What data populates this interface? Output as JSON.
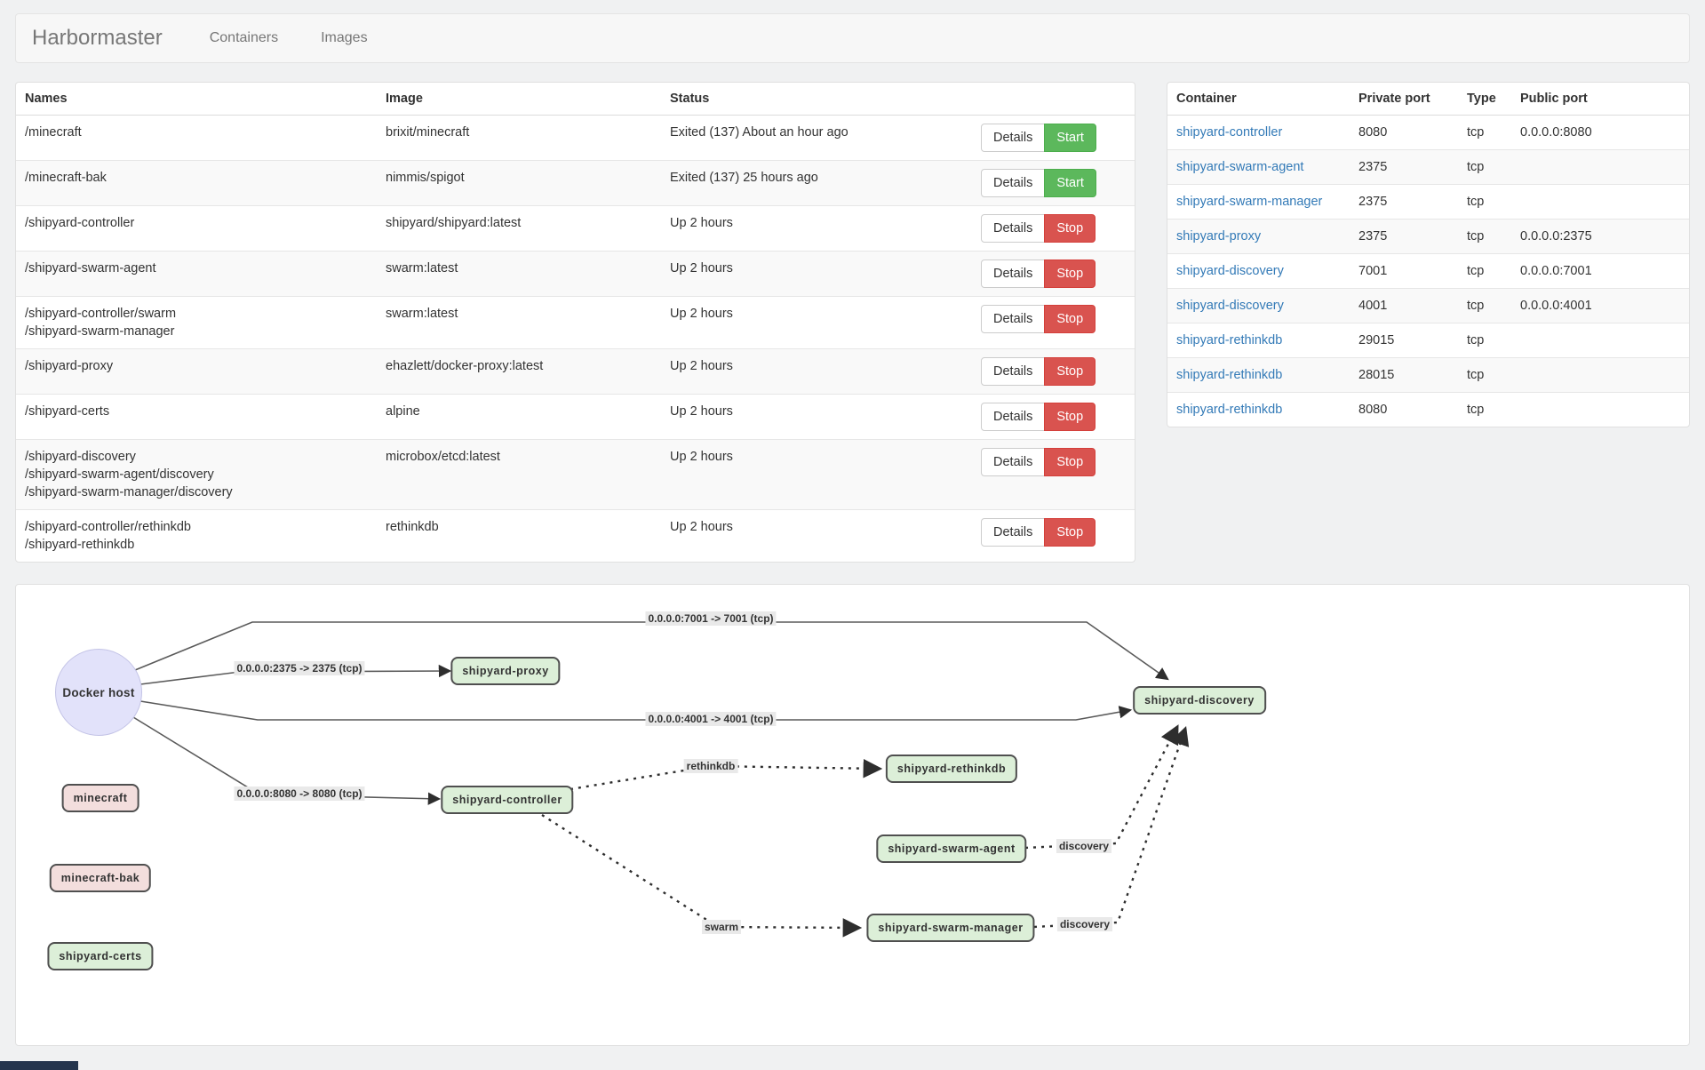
{
  "navbar": {
    "brand": "Harbormaster",
    "links": [
      {
        "label": "Containers"
      },
      {
        "label": "Images"
      }
    ]
  },
  "containers_table": {
    "headers": [
      "Names",
      "Image",
      "Status"
    ],
    "details_label": "Details",
    "rows": [
      {
        "names": [
          "/minecraft"
        ],
        "image": "brixit/minecraft",
        "status": "Exited (137) About an hour ago",
        "action": "Start"
      },
      {
        "names": [
          "/minecraft-bak"
        ],
        "image": "nimmis/spigot",
        "status": "Exited (137) 25 hours ago",
        "action": "Start"
      },
      {
        "names": [
          "/shipyard-controller"
        ],
        "image": "shipyard/shipyard:latest",
        "status": "Up 2 hours",
        "action": "Stop"
      },
      {
        "names": [
          "/shipyard-swarm-agent"
        ],
        "image": "swarm:latest",
        "status": "Up 2 hours",
        "action": "Stop"
      },
      {
        "names": [
          "/shipyard-controller/swarm",
          "/shipyard-swarm-manager"
        ],
        "image": "swarm:latest",
        "status": "Up 2 hours",
        "action": "Stop"
      },
      {
        "names": [
          "/shipyard-proxy"
        ],
        "image": "ehazlett/docker-proxy:latest",
        "status": "Up 2 hours",
        "action": "Stop"
      },
      {
        "names": [
          "/shipyard-certs"
        ],
        "image": "alpine",
        "status": "Up 2 hours",
        "action": "Stop"
      },
      {
        "names": [
          "/shipyard-discovery",
          "/shipyard-swarm-agent/discovery",
          "/shipyard-swarm-manager/discovery"
        ],
        "image": "microbox/etcd:latest",
        "status": "Up 2 hours",
        "action": "Stop"
      },
      {
        "names": [
          "/shipyard-controller/rethinkdb",
          "/shipyard-rethinkdb"
        ],
        "image": "rethinkdb",
        "status": "Up 2 hours",
        "action": "Stop"
      }
    ]
  },
  "ports_table": {
    "headers": [
      "Container",
      "Private port",
      "Type",
      "Public port"
    ],
    "rows": [
      {
        "container": "shipyard-controller",
        "private_port": "8080",
        "type": "tcp",
        "public_port": "0.0.0.0:8080"
      },
      {
        "container": "shipyard-swarm-agent",
        "private_port": "2375",
        "type": "tcp",
        "public_port": ""
      },
      {
        "container": "shipyard-swarm-manager",
        "private_port": "2375",
        "type": "tcp",
        "public_port": ""
      },
      {
        "container": "shipyard-proxy",
        "private_port": "2375",
        "type": "tcp",
        "public_port": "0.0.0.0:2375"
      },
      {
        "container": "shipyard-discovery",
        "private_port": "7001",
        "type": "tcp",
        "public_port": "0.0.0.0:7001"
      },
      {
        "container": "shipyard-discovery",
        "private_port": "4001",
        "type": "tcp",
        "public_port": "0.0.0.0:4001"
      },
      {
        "container": "shipyard-rethinkdb",
        "private_port": "29015",
        "type": "tcp",
        "public_port": ""
      },
      {
        "container": "shipyard-rethinkdb",
        "private_port": "28015",
        "type": "tcp",
        "public_port": ""
      },
      {
        "container": "shipyard-rethinkdb",
        "private_port": "8080",
        "type": "tcp",
        "public_port": ""
      }
    ]
  },
  "diagram": {
    "host": {
      "label": "Docker host",
      "color": "#e2e2fa"
    },
    "nodes": [
      {
        "label": "minecraft",
        "color": "#f3dedd"
      },
      {
        "label": "minecraft-bak",
        "color": "#f3dedd"
      },
      {
        "label": "shipyard-certs",
        "color": "#dcefd8"
      },
      {
        "label": "shipyard-proxy",
        "color": "#dcefd8"
      },
      {
        "label": "shipyard-controller",
        "color": "#dcefd8"
      },
      {
        "label": "shipyard-rethinkdb",
        "color": "#dcefd8"
      },
      {
        "label": "shipyard-swarm-agent",
        "color": "#dcefd8"
      },
      {
        "label": "shipyard-swarm-manager",
        "color": "#dcefd8"
      },
      {
        "label": "shipyard-discovery",
        "color": "#dcefd8"
      }
    ],
    "edge_labels": [
      {
        "text": "0.0.0.0:7001 -> 7001 (tcp)"
      },
      {
        "text": "0.0.0.0:2375 -> 2375 (tcp)"
      },
      {
        "text": "0.0.0.0:4001 -> 4001 (tcp)"
      },
      {
        "text": "0.0.0.0:8080 -> 8080 (tcp)"
      },
      {
        "text": "rethinkdb"
      },
      {
        "text": "swarm"
      },
      {
        "text": "discovery"
      },
      {
        "text": "discovery"
      }
    ]
  },
  "colors": {
    "start_button": "#5cb85c",
    "stop_button": "#d9534f",
    "link_blue": "#337ab7",
    "node_green": "#dcefd8",
    "node_pink": "#f3dedd",
    "host_lavender": "#e2e2fa",
    "edge_label_bg": "#e9e9e9"
  }
}
